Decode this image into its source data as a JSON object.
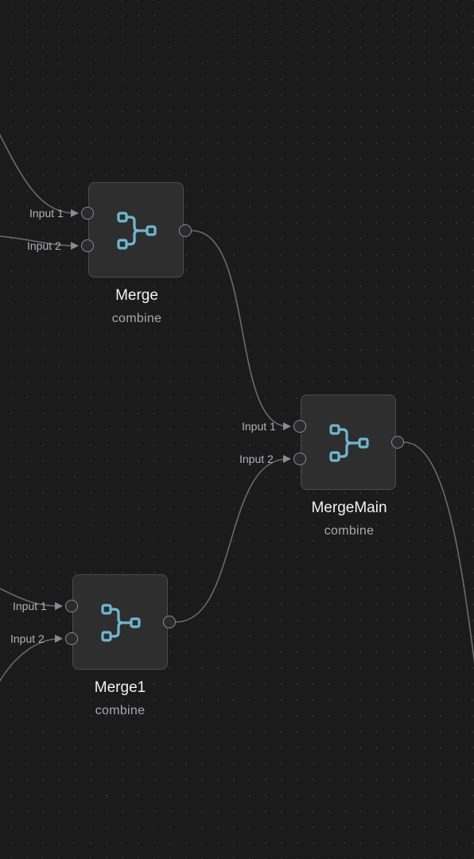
{
  "nodes": [
    {
      "id": "merge",
      "title": "Merge",
      "subtitle": "combine",
      "icon": "merge-icon",
      "inputs": [
        "Input 1",
        "Input 2"
      ]
    },
    {
      "id": "mergemain",
      "title": "MergeMain",
      "subtitle": "combine",
      "icon": "merge-icon",
      "inputs": [
        "Input 1",
        "Input 2"
      ]
    },
    {
      "id": "merge1",
      "title": "Merge1",
      "subtitle": "combine",
      "icon": "merge-icon",
      "inputs": [
        "Input 1",
        "Input 2"
      ]
    }
  ],
  "colors": {
    "background": "#1b1b1c",
    "node_fill": "#2e2e2f",
    "node_border": "#4a4a4c",
    "icon_accent": "#6fb8cf",
    "edge": "#6a6a6d"
  }
}
